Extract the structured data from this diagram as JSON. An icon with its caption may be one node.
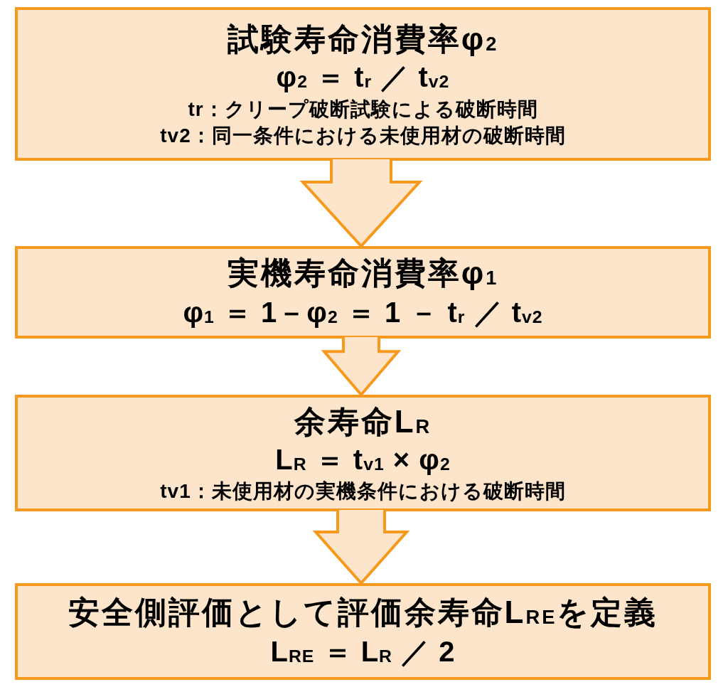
{
  "diagram": {
    "nodes": [
      {
        "text": [
          "試験寿命消費率φ$_{2}$",
          "φ$_{2}$ ＝ t$_{r}$ ／ t$_{v2}$",
          "tr：クリープ破断試験による破断時間",
          "tv2：同一条件における未使用材の破断時間"
        ]
      },
      {
        "text": [
          "実機寿命消費率φ$_{1}$",
          "φ$_{1}$ ＝ 1－φ$_{2}$ ＝ 1 － t$_{r}$ ／ t$_{v2}$"
        ]
      },
      {
        "text": [
          "余寿命L$_{R}$",
          "L$_{R}$ ＝ t$_{v1}$ × φ$_{2}$",
          "tv1：未使用材の実機条件における破断時間"
        ]
      },
      {
        "text": [
          "安全側評価として評価余寿命L$_{RE}$を定義",
          "L$_{RE}$ ＝ L$_{R}$ ／ 2"
        ]
      }
    ],
    "edges": [
      {
        "from": 0,
        "to": 1,
        "arrow": "to"
      },
      {
        "from": 1,
        "to": 2,
        "arrow": "to"
      },
      {
        "from": 2,
        "to": 3,
        "arrow": "to"
      }
    ]
  }
}
